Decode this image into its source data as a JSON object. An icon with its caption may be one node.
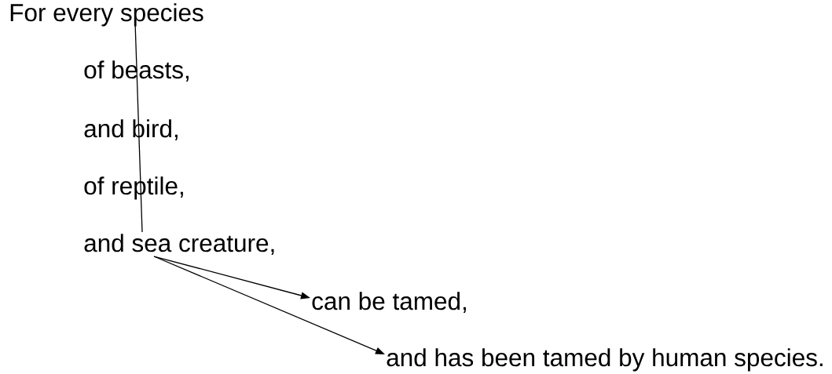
{
  "diagram": {
    "nodes": [
      {
        "text": [
          "For every species"
        ]
      },
      {
        "text": [
          "of beasts,"
        ]
      },
      {
        "text": [
          "and bird,"
        ]
      },
      {
        "text": [
          "of reptile,"
        ]
      },
      {
        "text": [
          "and sea creature,"
        ]
      },
      {
        "text": [
          "can be tamed,"
        ]
      },
      {
        "text": [
          "and has been tamed by human species."
        ]
      }
    ],
    "edges": [
      {
        "from": 0,
        "to": 4,
        "arrow": "none"
      },
      {
        "from": 4,
        "to": 5,
        "arrow": "to"
      },
      {
        "from": 4,
        "to": 6,
        "arrow": "to"
      }
    ]
  }
}
